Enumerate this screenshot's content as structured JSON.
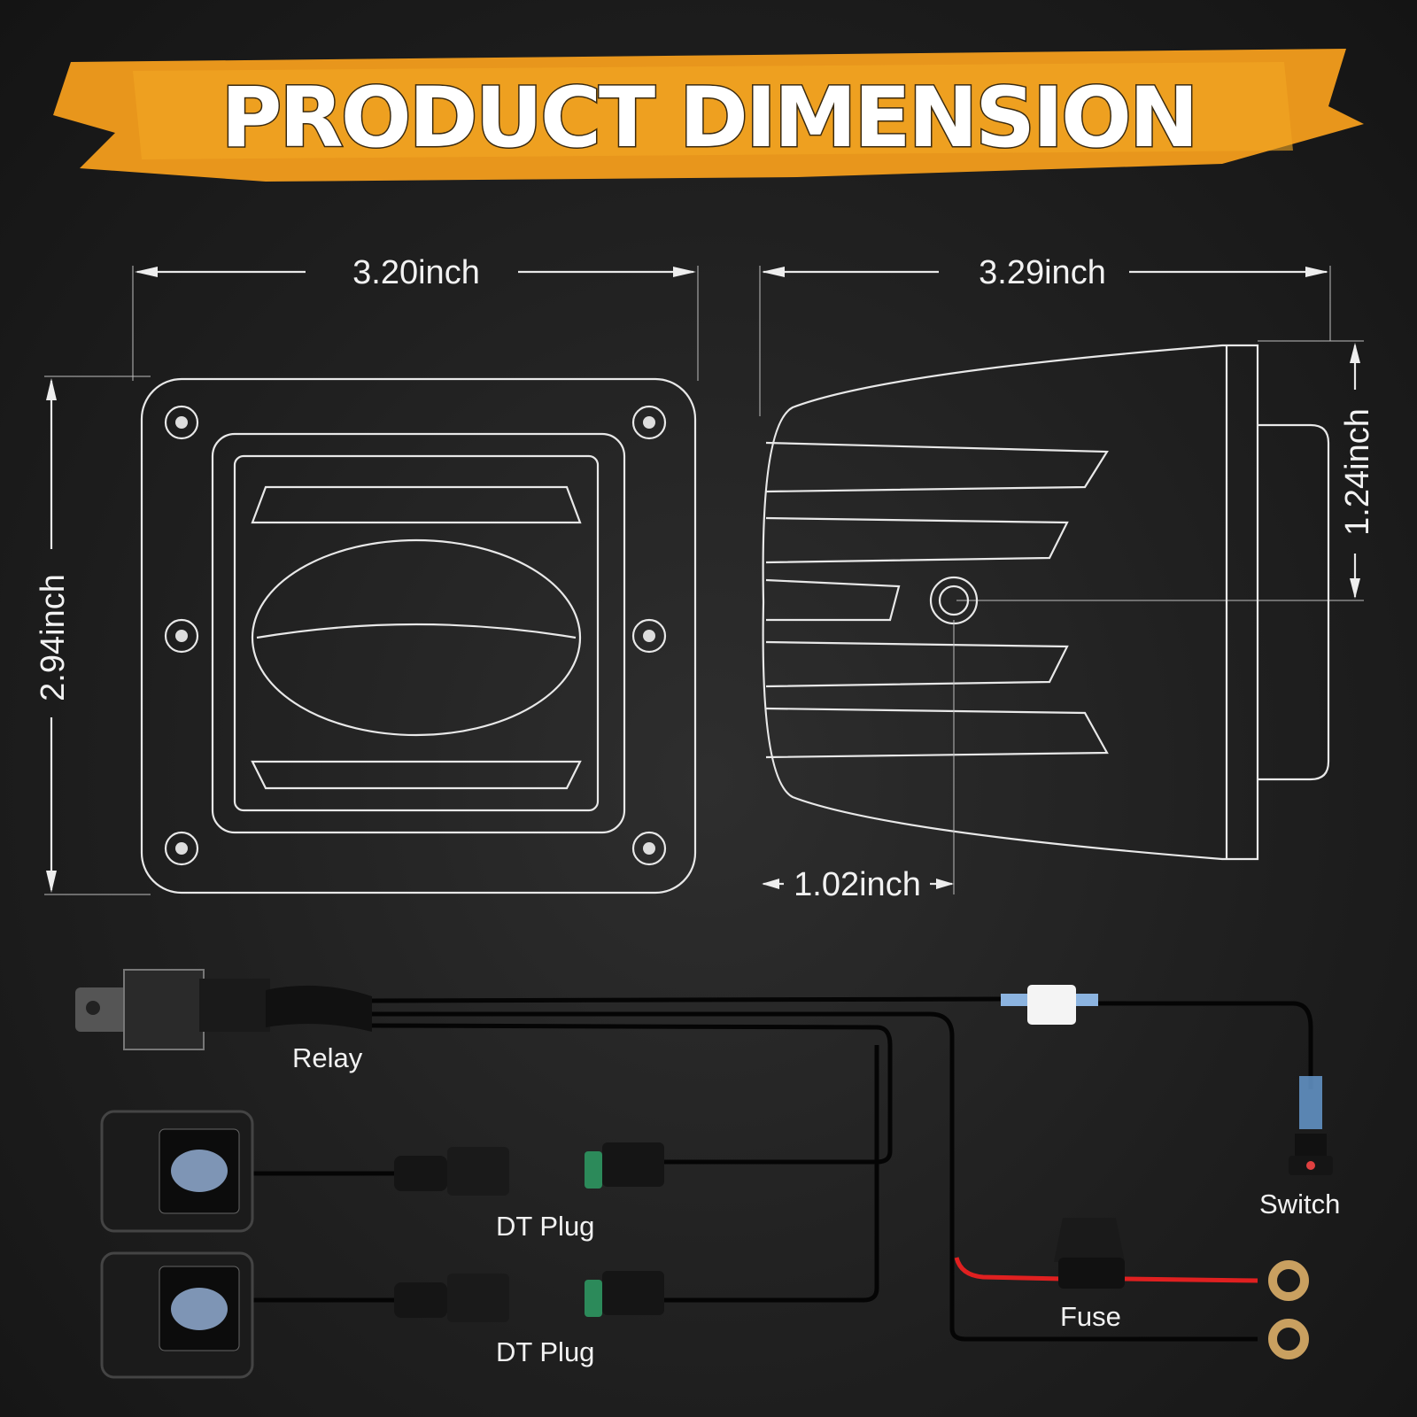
{
  "banner": {
    "title": "PRODUCT DIMENSION",
    "color": "#f0a020"
  },
  "dimensions": {
    "front_width": "3.20inch",
    "front_height": "2.94inch",
    "side_depth": "3.29inch",
    "side_height": "1.24inch",
    "mount_offset": "1.02inch"
  },
  "wiring": {
    "relay": "Relay",
    "dt_plug_1": "DT Plug",
    "dt_plug_2": "DT Plug",
    "switch": "Switch",
    "fuse": "Fuse",
    "fuse_wire_color": "#e02020"
  }
}
